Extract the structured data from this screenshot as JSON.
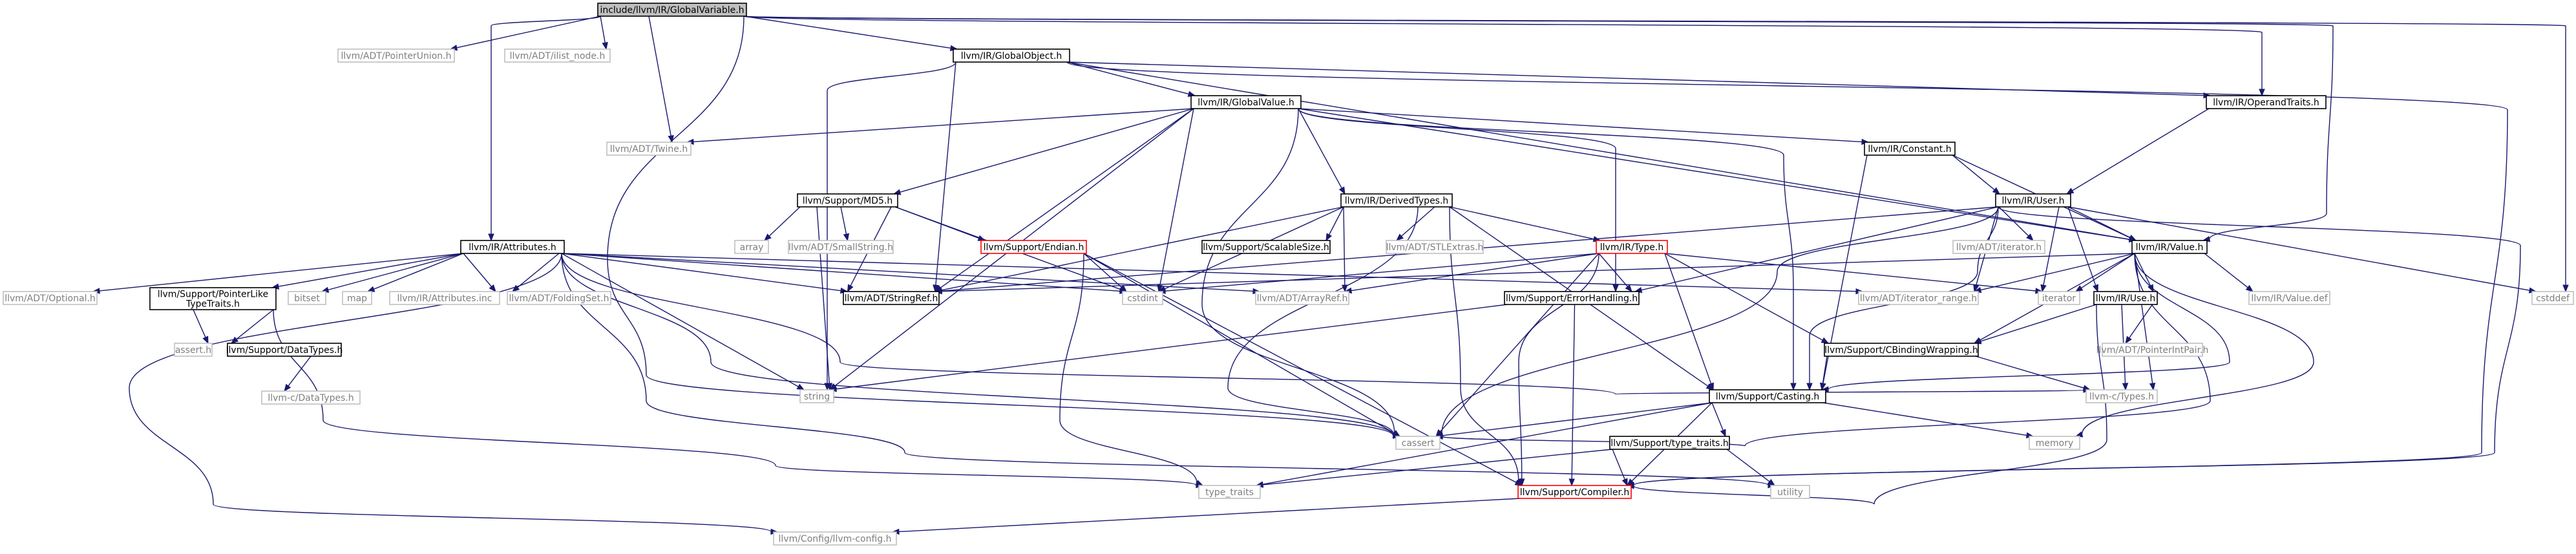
{
  "colors": {
    "edge": "#191970",
    "root_fill": "#bfbfbf",
    "normal_border": "#000000",
    "red_border": "#ff0000",
    "gray_border": "#bfbfbf",
    "gray_text": "#7f7f7f",
    "black_text": "#000000"
  },
  "nodes": [
    {
      "id": "root",
      "label": "include/llvm/IR/GlobalVariable.h",
      "kind": "root"
    },
    {
      "id": "pu",
      "label": "llvm/ADT/PointerUnion.h",
      "kind": "gray"
    },
    {
      "id": "ilist",
      "label": "llvm/ADT/ilist_node.h",
      "kind": "gray"
    },
    {
      "id": "gobj",
      "label": "llvm/IR/GlobalObject.h",
      "kind": "normal"
    },
    {
      "id": "optr",
      "label": "llvm/IR/OperandTraits.h",
      "kind": "normal"
    },
    {
      "id": "gval",
      "label": "llvm/IR/GlobalValue.h",
      "kind": "normal"
    },
    {
      "id": "twine",
      "label": "llvm/ADT/Twine.h",
      "kind": "gray"
    },
    {
      "id": "constant",
      "label": "llvm/IR/Constant.h",
      "kind": "normal"
    },
    {
      "id": "md5",
      "label": "llvm/Support/MD5.h",
      "kind": "normal"
    },
    {
      "id": "dtypes",
      "label": "llvm/IR/DerivedTypes.h",
      "kind": "normal"
    },
    {
      "id": "user",
      "label": "llvm/IR/User.h",
      "kind": "normal"
    },
    {
      "id": "attrs",
      "label": "llvm/IR/Attributes.h",
      "kind": "normal"
    },
    {
      "id": "optional",
      "label": "llvm/ADT/Optional.h",
      "kind": "gray"
    },
    {
      "id": "plt",
      "label": [
        "llvm/Support/PointerLike",
        "TypeTraits.h"
      ],
      "kind": "normal"
    },
    {
      "id": "bitset",
      "label": "bitset",
      "kind": "gray"
    },
    {
      "id": "map",
      "label": "map",
      "kind": "gray"
    },
    {
      "id": "attrinc",
      "label": "llvm/IR/Attributes.inc",
      "kind": "gray"
    },
    {
      "id": "folding",
      "label": "llvm/ADT/FoldingSet.h",
      "kind": "gray"
    },
    {
      "id": "array",
      "label": "array",
      "kind": "gray"
    },
    {
      "id": "smallstr",
      "label": "llvm/ADT/SmallString.h",
      "kind": "gray"
    },
    {
      "id": "endian",
      "label": "llvm/Support/Endian.h",
      "kind": "red"
    },
    {
      "id": "scal",
      "label": "llvm/Support/ScalableSize.h",
      "kind": "normal"
    },
    {
      "id": "stlext",
      "label": "llvm/ADT/STLExtras.h",
      "kind": "gray"
    },
    {
      "id": "type",
      "label": "llvm/IR/Type.h",
      "kind": "red"
    },
    {
      "id": "adtiter",
      "label": "llvm/ADT/iterator.h",
      "kind": "gray"
    },
    {
      "id": "value",
      "label": "llvm/IR/Value.h",
      "kind": "normal"
    },
    {
      "id": "stringref",
      "label": "llvm/ADT/StringRef.h",
      "kind": "normal"
    },
    {
      "id": "cstdint",
      "label": "cstdint",
      "kind": "gray"
    },
    {
      "id": "arrayref",
      "label": "llvm/ADT/ArrayRef.h",
      "kind": "gray"
    },
    {
      "id": "errh",
      "label": "llvm/Support/ErrorHandling.h",
      "kind": "normal"
    },
    {
      "id": "itrange",
      "label": "llvm/ADT/iterator_range.h",
      "kind": "gray"
    },
    {
      "id": "iterator",
      "label": "iterator",
      "kind": "gray"
    },
    {
      "id": "valuedef",
      "label": "llvm/IR/Value.def",
      "kind": "gray"
    },
    {
      "id": "cstddef",
      "label": "cstddef",
      "kind": "gray"
    },
    {
      "id": "asserth",
      "label": "assert.h",
      "kind": "gray"
    },
    {
      "id": "datatypes",
      "label": "llvm/Support/DataTypes.h",
      "kind": "normal"
    },
    {
      "id": "cdatatypes",
      "label": "llvm-c/DataTypes.h",
      "kind": "gray"
    },
    {
      "id": "string",
      "label": "string",
      "kind": "gray"
    },
    {
      "id": "use",
      "label": "llvm/IR/Use.h",
      "kind": "normal"
    },
    {
      "id": "pip",
      "label": "llvm/ADT/PointerIntPair.h",
      "kind": "gray"
    },
    {
      "id": "cbw",
      "label": "llvm/Support/CBindingWrapping.h",
      "kind": "normal"
    },
    {
      "id": "ctypes",
      "label": "llvm-c/Types.h",
      "kind": "gray"
    },
    {
      "id": "casting",
      "label": "llvm/Support/Casting.h",
      "kind": "normal"
    },
    {
      "id": "cassert",
      "label": "cassert",
      "kind": "gray"
    },
    {
      "id": "memory",
      "label": "memory",
      "kind": "gray"
    },
    {
      "id": "typetraitsh",
      "label": "llvm/Support/type_traits.h",
      "kind": "normal"
    },
    {
      "id": "typetraits",
      "label": "type_traits",
      "kind": "gray"
    },
    {
      "id": "compiler",
      "label": "llvm/Support/Compiler.h",
      "kind": "red"
    },
    {
      "id": "utility",
      "label": "utility",
      "kind": "gray"
    },
    {
      "id": "config",
      "label": "llvm/Config/llvm-config.h",
      "kind": "gray"
    }
  ],
  "edges": [
    [
      "root",
      "pu"
    ],
    [
      "root",
      "ilist"
    ],
    [
      "root",
      "gobj"
    ],
    [
      "root",
      "twine"
    ],
    [
      "root",
      "attrs"
    ],
    [
      "root",
      "value"
    ],
    [
      "root",
      "cstddef"
    ],
    [
      "root",
      "cassert"
    ],
    [
      "root",
      "optr"
    ],
    [
      "gobj",
      "gval"
    ],
    [
      "gobj",
      "optr"
    ],
    [
      "gobj",
      "stringref"
    ],
    [
      "gobj",
      "value"
    ],
    [
      "gobj",
      "string"
    ],
    [
      "gobj",
      "compiler"
    ],
    [
      "optr",
      "user"
    ],
    [
      "gval",
      "twine"
    ],
    [
      "gval",
      "md5"
    ],
    [
      "gval",
      "dtypes"
    ],
    [
      "gval",
      "constant"
    ],
    [
      "gval",
      "casting"
    ],
    [
      "gval",
      "errh"
    ],
    [
      "gval",
      "value"
    ],
    [
      "gval",
      "stringref"
    ],
    [
      "gval",
      "cstdint"
    ],
    [
      "gval",
      "string"
    ],
    [
      "gval",
      "cassert"
    ],
    [
      "constant",
      "user"
    ],
    [
      "constant",
      "value"
    ],
    [
      "constant",
      "casting"
    ],
    [
      "md5",
      "array"
    ],
    [
      "md5",
      "smallstr"
    ],
    [
      "md5",
      "endian"
    ],
    [
      "md5",
      "stringref"
    ],
    [
      "md5",
      "cstdint"
    ],
    [
      "md5",
      "string"
    ],
    [
      "dtypes",
      "stlext"
    ],
    [
      "dtypes",
      "scal"
    ],
    [
      "dtypes",
      "type"
    ],
    [
      "dtypes",
      "arrayref"
    ],
    [
      "dtypes",
      "stringref"
    ],
    [
      "dtypes",
      "cstdint"
    ],
    [
      "dtypes",
      "casting"
    ],
    [
      "dtypes",
      "compiler"
    ],
    [
      "dtypes",
      "cassert"
    ],
    [
      "user",
      "adtiter"
    ],
    [
      "user",
      "itrange"
    ],
    [
      "user",
      "value"
    ],
    [
      "user",
      "use"
    ],
    [
      "user",
      "casting"
    ],
    [
      "user",
      "cassert"
    ],
    [
      "user",
      "cstddef"
    ],
    [
      "user",
      "errh"
    ],
    [
      "user",
      "stringref"
    ],
    [
      "user",
      "compiler"
    ],
    [
      "user",
      "iterator"
    ],
    [
      "value",
      "itrange"
    ],
    [
      "value",
      "valuedef"
    ],
    [
      "value",
      "use"
    ],
    [
      "value",
      "casting"
    ],
    [
      "value",
      "ctypes"
    ],
    [
      "value",
      "cassert"
    ],
    [
      "value",
      "memory"
    ],
    [
      "value",
      "iterator"
    ],
    [
      "value",
      "stringref"
    ],
    [
      "value",
      "cbw"
    ],
    [
      "attrs",
      "optional"
    ],
    [
      "attrs",
      "plt"
    ],
    [
      "attrs",
      "bitset"
    ],
    [
      "attrs",
      "map"
    ],
    [
      "attrs",
      "attrinc"
    ],
    [
      "attrs",
      "folding"
    ],
    [
      "attrs",
      "stringref"
    ],
    [
      "attrs",
      "arrayref"
    ],
    [
      "attrs",
      "itrange"
    ],
    [
      "attrs",
      "cstdint"
    ],
    [
      "attrs",
      "string"
    ],
    [
      "attrs",
      "cassert"
    ],
    [
      "attrs",
      "ctypes"
    ],
    [
      "attrs",
      "utility"
    ],
    [
      "attrs",
      "config"
    ],
    [
      "plt",
      "asserth"
    ],
    [
      "plt",
      "datatypes"
    ],
    [
      "plt",
      "typetraits"
    ],
    [
      "datatypes",
      "cdatatypes"
    ],
    [
      "endian",
      "compiler"
    ],
    [
      "endian",
      "cstdint"
    ],
    [
      "endian",
      "cassert"
    ],
    [
      "endian",
      "typetraits"
    ],
    [
      "type",
      "arrayref"
    ],
    [
      "type",
      "casting"
    ],
    [
      "type",
      "cbw"
    ],
    [
      "type",
      "compiler"
    ],
    [
      "type",
      "errh"
    ],
    [
      "type",
      "cassert"
    ],
    [
      "type",
      "cstdint"
    ],
    [
      "type",
      "iterator"
    ],
    [
      "errh",
      "compiler"
    ],
    [
      "errh",
      "string"
    ],
    [
      "use",
      "pip"
    ],
    [
      "use",
      "cbw"
    ],
    [
      "use",
      "compiler"
    ],
    [
      "use",
      "ctypes"
    ],
    [
      "cbw",
      "casting"
    ],
    [
      "cbw",
      "ctypes"
    ],
    [
      "casting",
      "compiler"
    ],
    [
      "casting",
      "typetraitsh"
    ],
    [
      "casting",
      "cassert"
    ],
    [
      "casting",
      "memory"
    ],
    [
      "casting",
      "typetraits"
    ],
    [
      "typetraitsh",
      "compiler"
    ],
    [
      "typetraitsh",
      "typetraits"
    ],
    [
      "typetraitsh",
      "utility"
    ],
    [
      "compiler",
      "config"
    ]
  ]
}
